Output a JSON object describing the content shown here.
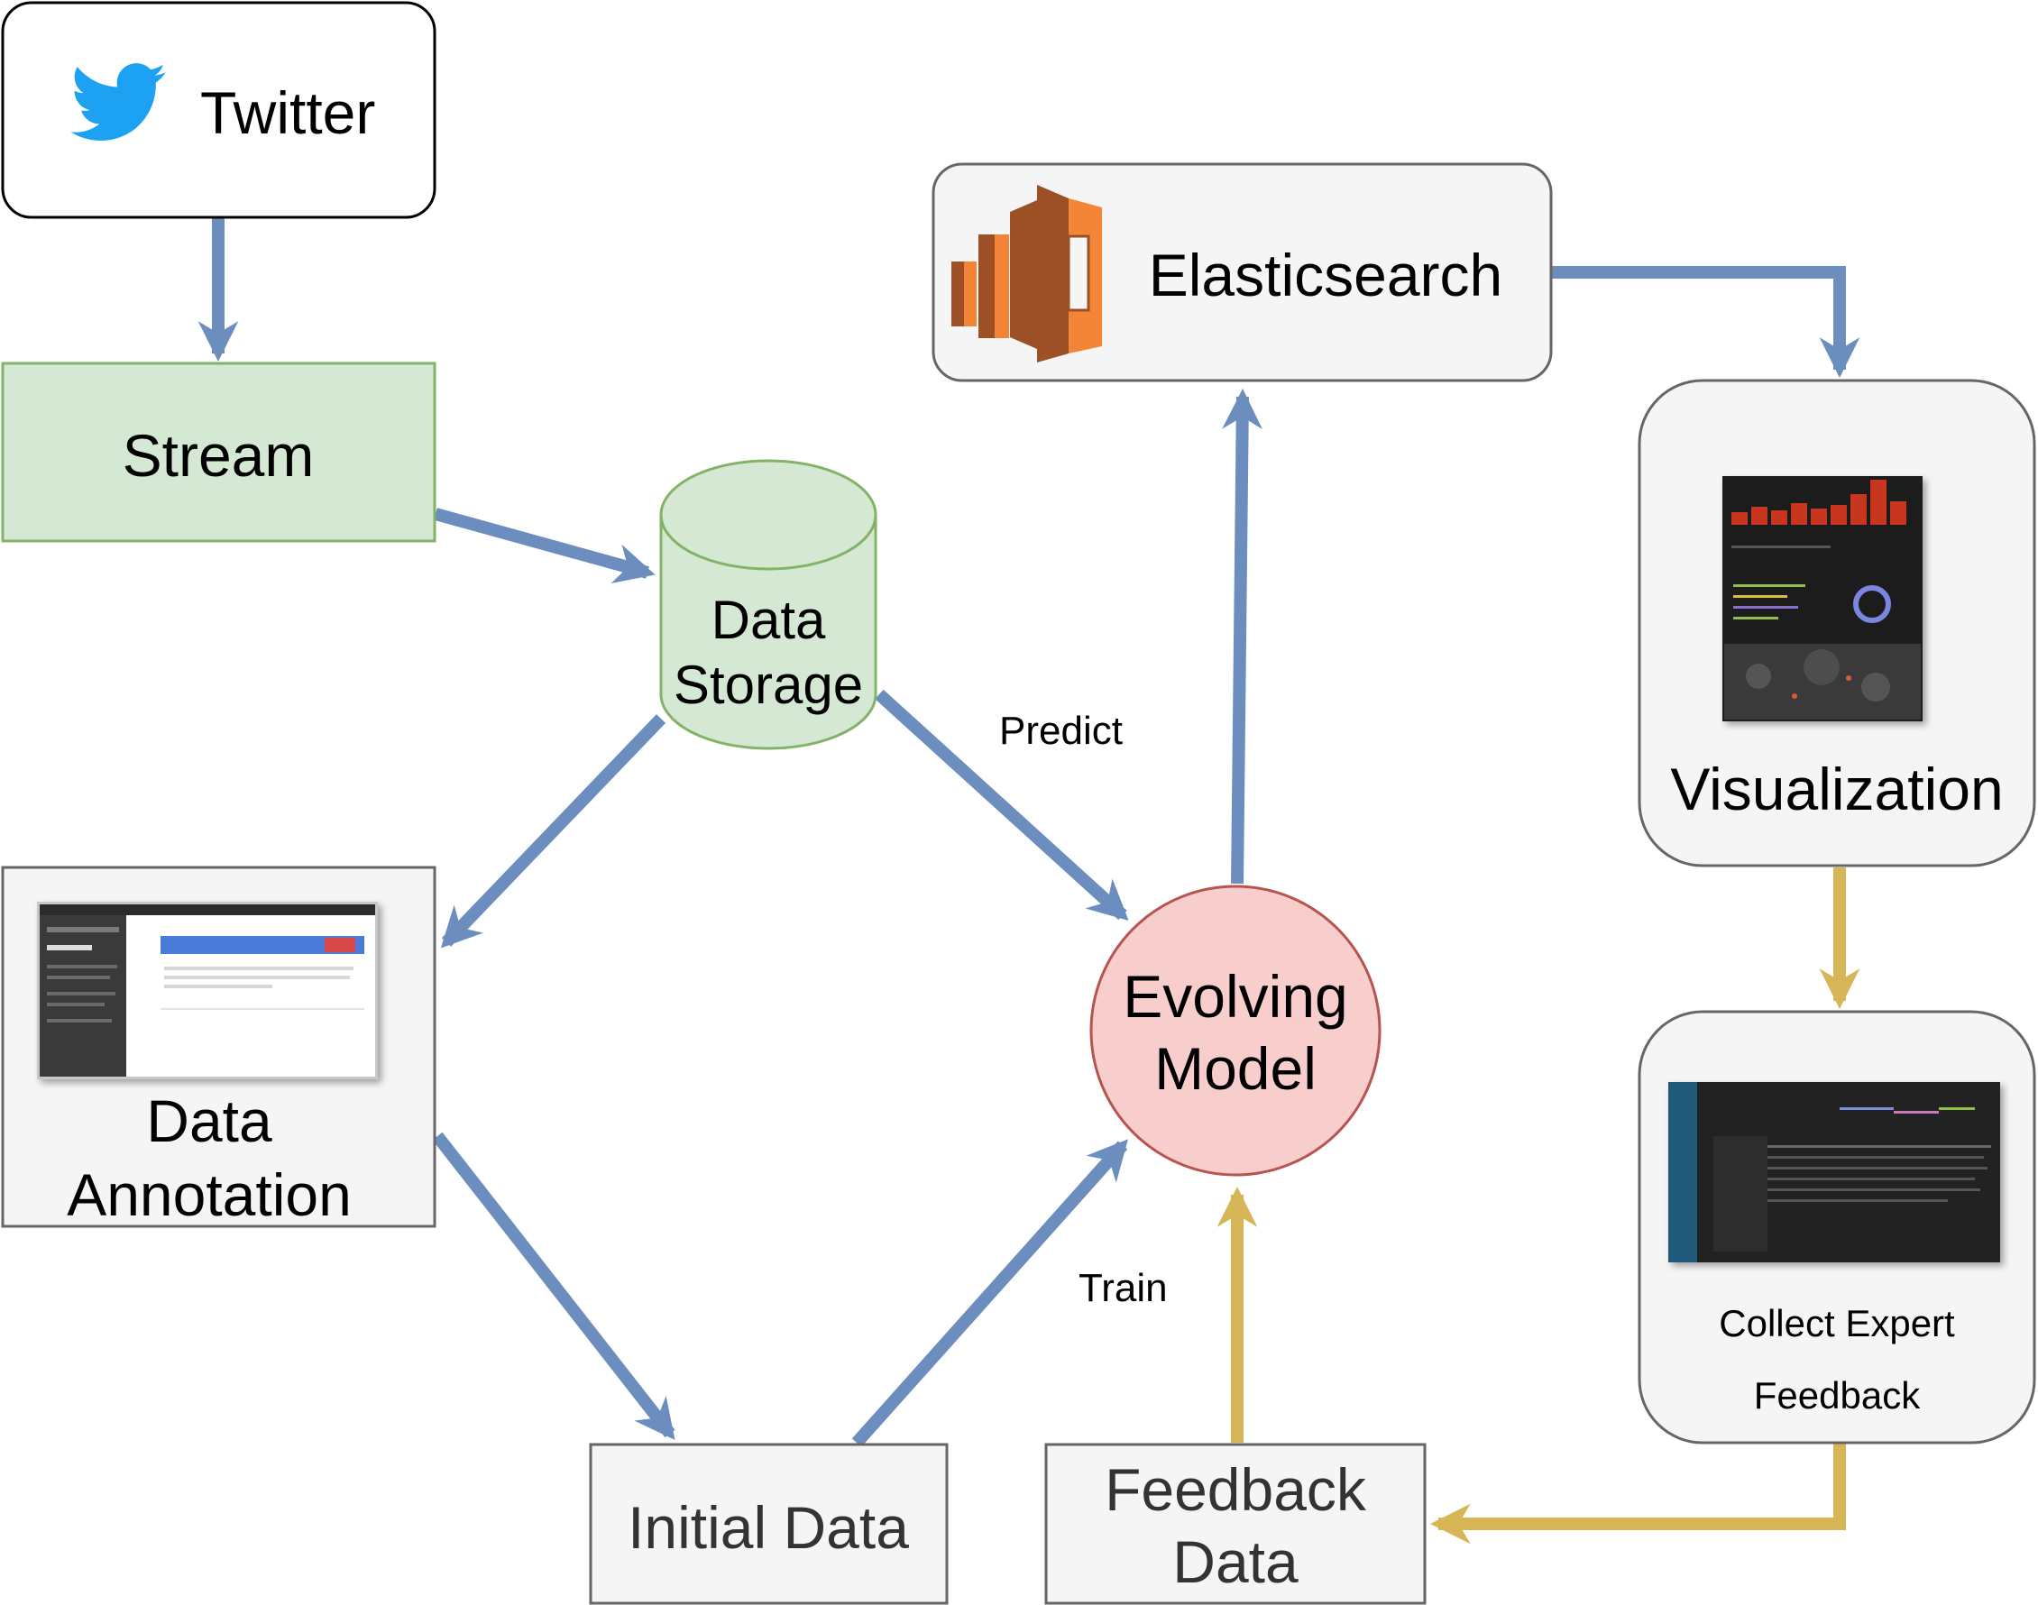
{
  "nodes": {
    "twitter": {
      "label": "Twitter"
    },
    "stream": {
      "label": "Stream"
    },
    "data_storage": {
      "label_line1": "Data",
      "label_line2": "Storage"
    },
    "data_annotation": {
      "label_line1": "Data",
      "label_line2": "Annotation"
    },
    "initial_data": {
      "label": "Initial Data"
    },
    "evolving_model": {
      "label_line1": "Evolving",
      "label_line2": "Model"
    },
    "elasticsearch": {
      "label": "Elasticsearch"
    },
    "visualization": {
      "label": "Visualization"
    },
    "collect_feedback": {
      "label_line1": "Collect Expert",
      "label_line2": "Feedback"
    },
    "feedback_data": {
      "label_line1": "Feedback",
      "label_line2": "Data"
    }
  },
  "edges": {
    "predict_label": "Predict",
    "train_label": "Train"
  },
  "colors": {
    "blue_arrow": "#6c8ebf",
    "gold_arrow": "#d6b656",
    "stream_fill": "#d5e8d4",
    "stream_stroke": "#82b366",
    "model_fill": "#f8cecc",
    "model_stroke": "#b85450",
    "box_fill": "#f5f5f5",
    "box_stroke": "#666666",
    "twitter_blue": "#1da1f2",
    "aws_orange_light": "#f58536",
    "aws_orange_dark": "#9d5025"
  }
}
